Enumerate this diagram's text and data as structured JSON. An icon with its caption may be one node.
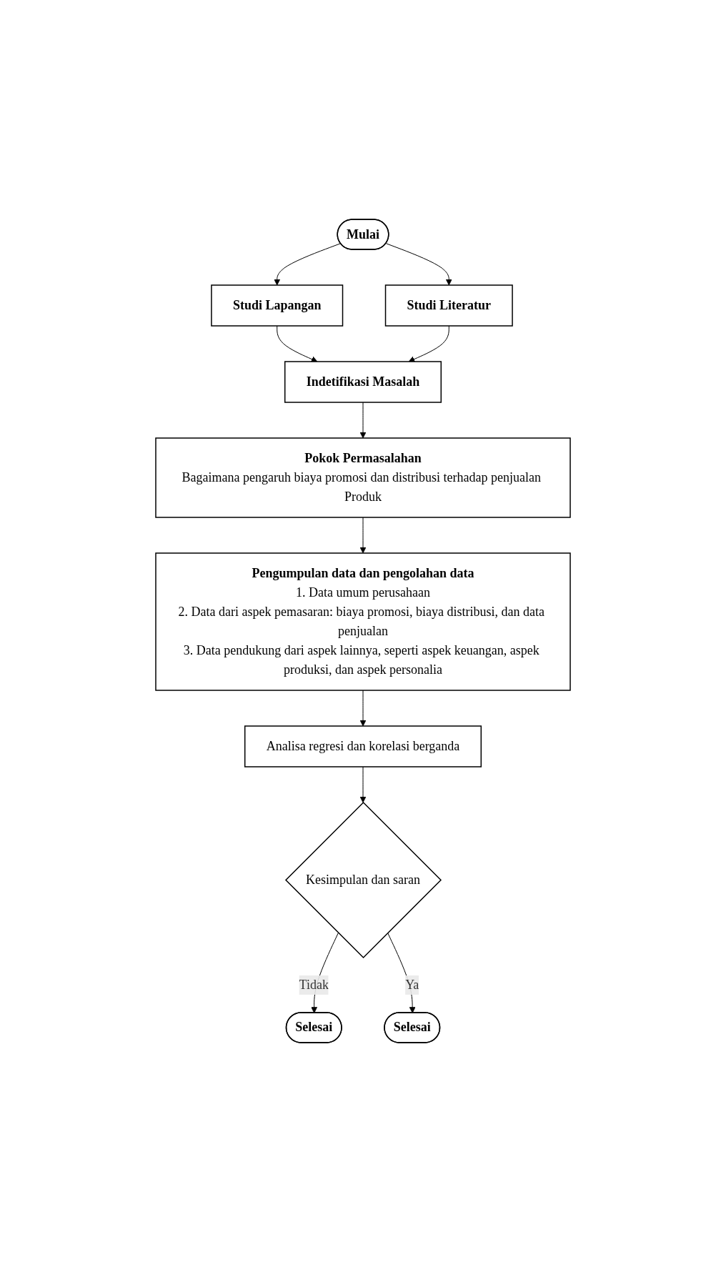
{
  "diagram": {
    "nodes": [
      {
        "text": [
          "Mulai"
        ]
      },
      {
        "text": [
          "Studi Lapangan"
        ]
      },
      {
        "text": [
          "Studi Literatur"
        ]
      },
      {
        "text": [
          "Indetifikasi Masalah"
        ]
      },
      {
        "text": [
          "Pokok Permasalahan",
          "Bagaimana pengaruh biaya promosi dan distribusi terhadap penjualan Produk"
        ]
      },
      {
        "text": [
          "Pengumpulan data dan pengolahan data",
          "1. Data umum perusahaan",
          "2. Data dari aspek pemasaran: biaya promosi, biaya distribusi, dan data penjualan",
          "3. Data pendukung dari aspek lainnya, seperti aspek keuangan, aspek produksi, dan aspek personalia"
        ]
      },
      {
        "text": [
          "Analisa regresi dan korelasi berganda"
        ]
      },
      {
        "text": [
          "Kesimpulan dan saran"
        ]
      },
      {
        "text": [
          "Selesai"
        ]
      },
      {
        "text": [
          "Selesai"
        ]
      }
    ],
    "edges": [
      {
        "from": 0,
        "to": 1,
        "arrow": "to"
      },
      {
        "from": 0,
        "to": 2,
        "arrow": "to"
      },
      {
        "from": 1,
        "to": 3,
        "arrow": "to"
      },
      {
        "from": 2,
        "to": 3,
        "arrow": "to"
      },
      {
        "from": 3,
        "to": 4,
        "arrow": "to"
      },
      {
        "from": 4,
        "to": 5,
        "arrow": "to"
      },
      {
        "from": 5,
        "to": 6,
        "arrow": "to"
      },
      {
        "from": 6,
        "to": 7,
        "arrow": "to"
      },
      {
        "from": 7,
        "to": 8,
        "label": "Tidak",
        "arrow": "to"
      },
      {
        "from": 7,
        "to": 9,
        "label": "Ya",
        "arrow": "to"
      }
    ]
  }
}
